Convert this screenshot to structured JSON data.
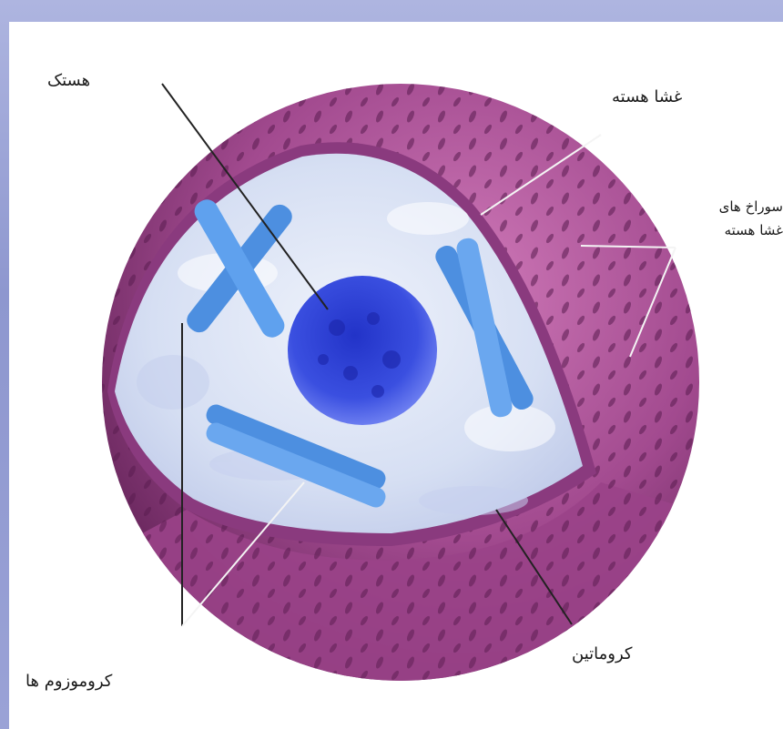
{
  "labels": {
    "nucleolus": "هستک",
    "nuclear_envelope": "غشا هسته",
    "nuclear_pores_line1": "سوراخ های",
    "nuclear_pores_line2": "غشا هسته",
    "chromatin": "کروماتین",
    "chromosomes": "کروموزوم ها"
  },
  "colors": {
    "envelope": "#a24a8f",
    "envelope_dark": "#6e2a63",
    "interior": "#dfe6f7",
    "chromosome": "#4d8fe0",
    "nucleolus": "#2f3fd6",
    "leader_dark": "#222222",
    "leader_light": "#f4f4f4"
  }
}
